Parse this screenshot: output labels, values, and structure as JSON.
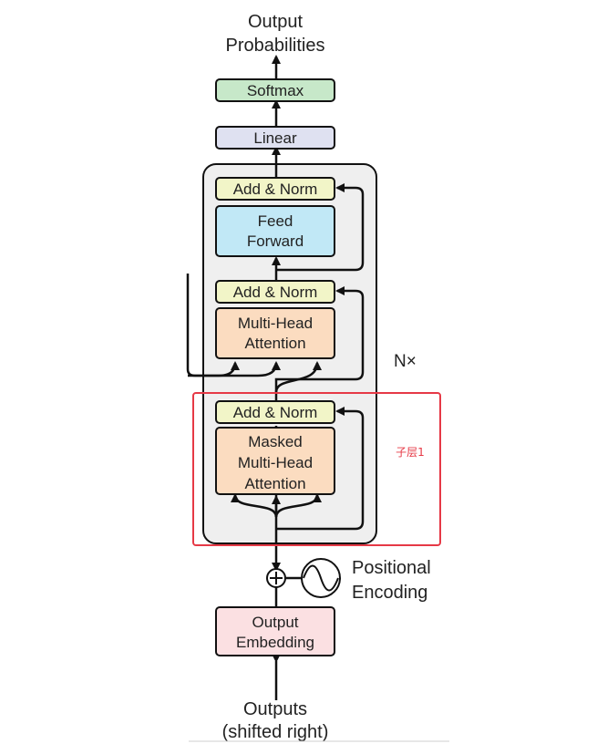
{
  "output_label": [
    "Output",
    "Probabilities"
  ],
  "softmax_label": "Softmax",
  "linear_label": "Linear",
  "decoder_block": {
    "add_norm_3": "Add & Norm",
    "feed_forward": [
      "Feed",
      "Forward"
    ],
    "add_norm_2": "Add & Norm",
    "multi_head_attention": [
      "Multi-Head",
      "Attention"
    ],
    "add_norm_1": "Add & Norm",
    "masked_attention": [
      "Masked",
      "Multi-Head",
      "Attention"
    ]
  },
  "repeat_label": "N×",
  "sublayer_annotation": "子层1",
  "positional_encoding": [
    "Positional",
    "Encoding"
  ],
  "output_embedding": [
    "Output",
    "Embedding"
  ],
  "input_label": [
    "Outputs",
    "(shifted right)"
  ],
  "colors": {
    "softmax": "#c7e8c9",
    "linear": "#dfe1f1",
    "add_norm": "#f2f5c8",
    "feed_forward": "#c1e8f6",
    "attention": "#fbdcc0",
    "embedding": "#fbe0e2",
    "block_bg": "#efefef",
    "highlight": "#e63946"
  }
}
